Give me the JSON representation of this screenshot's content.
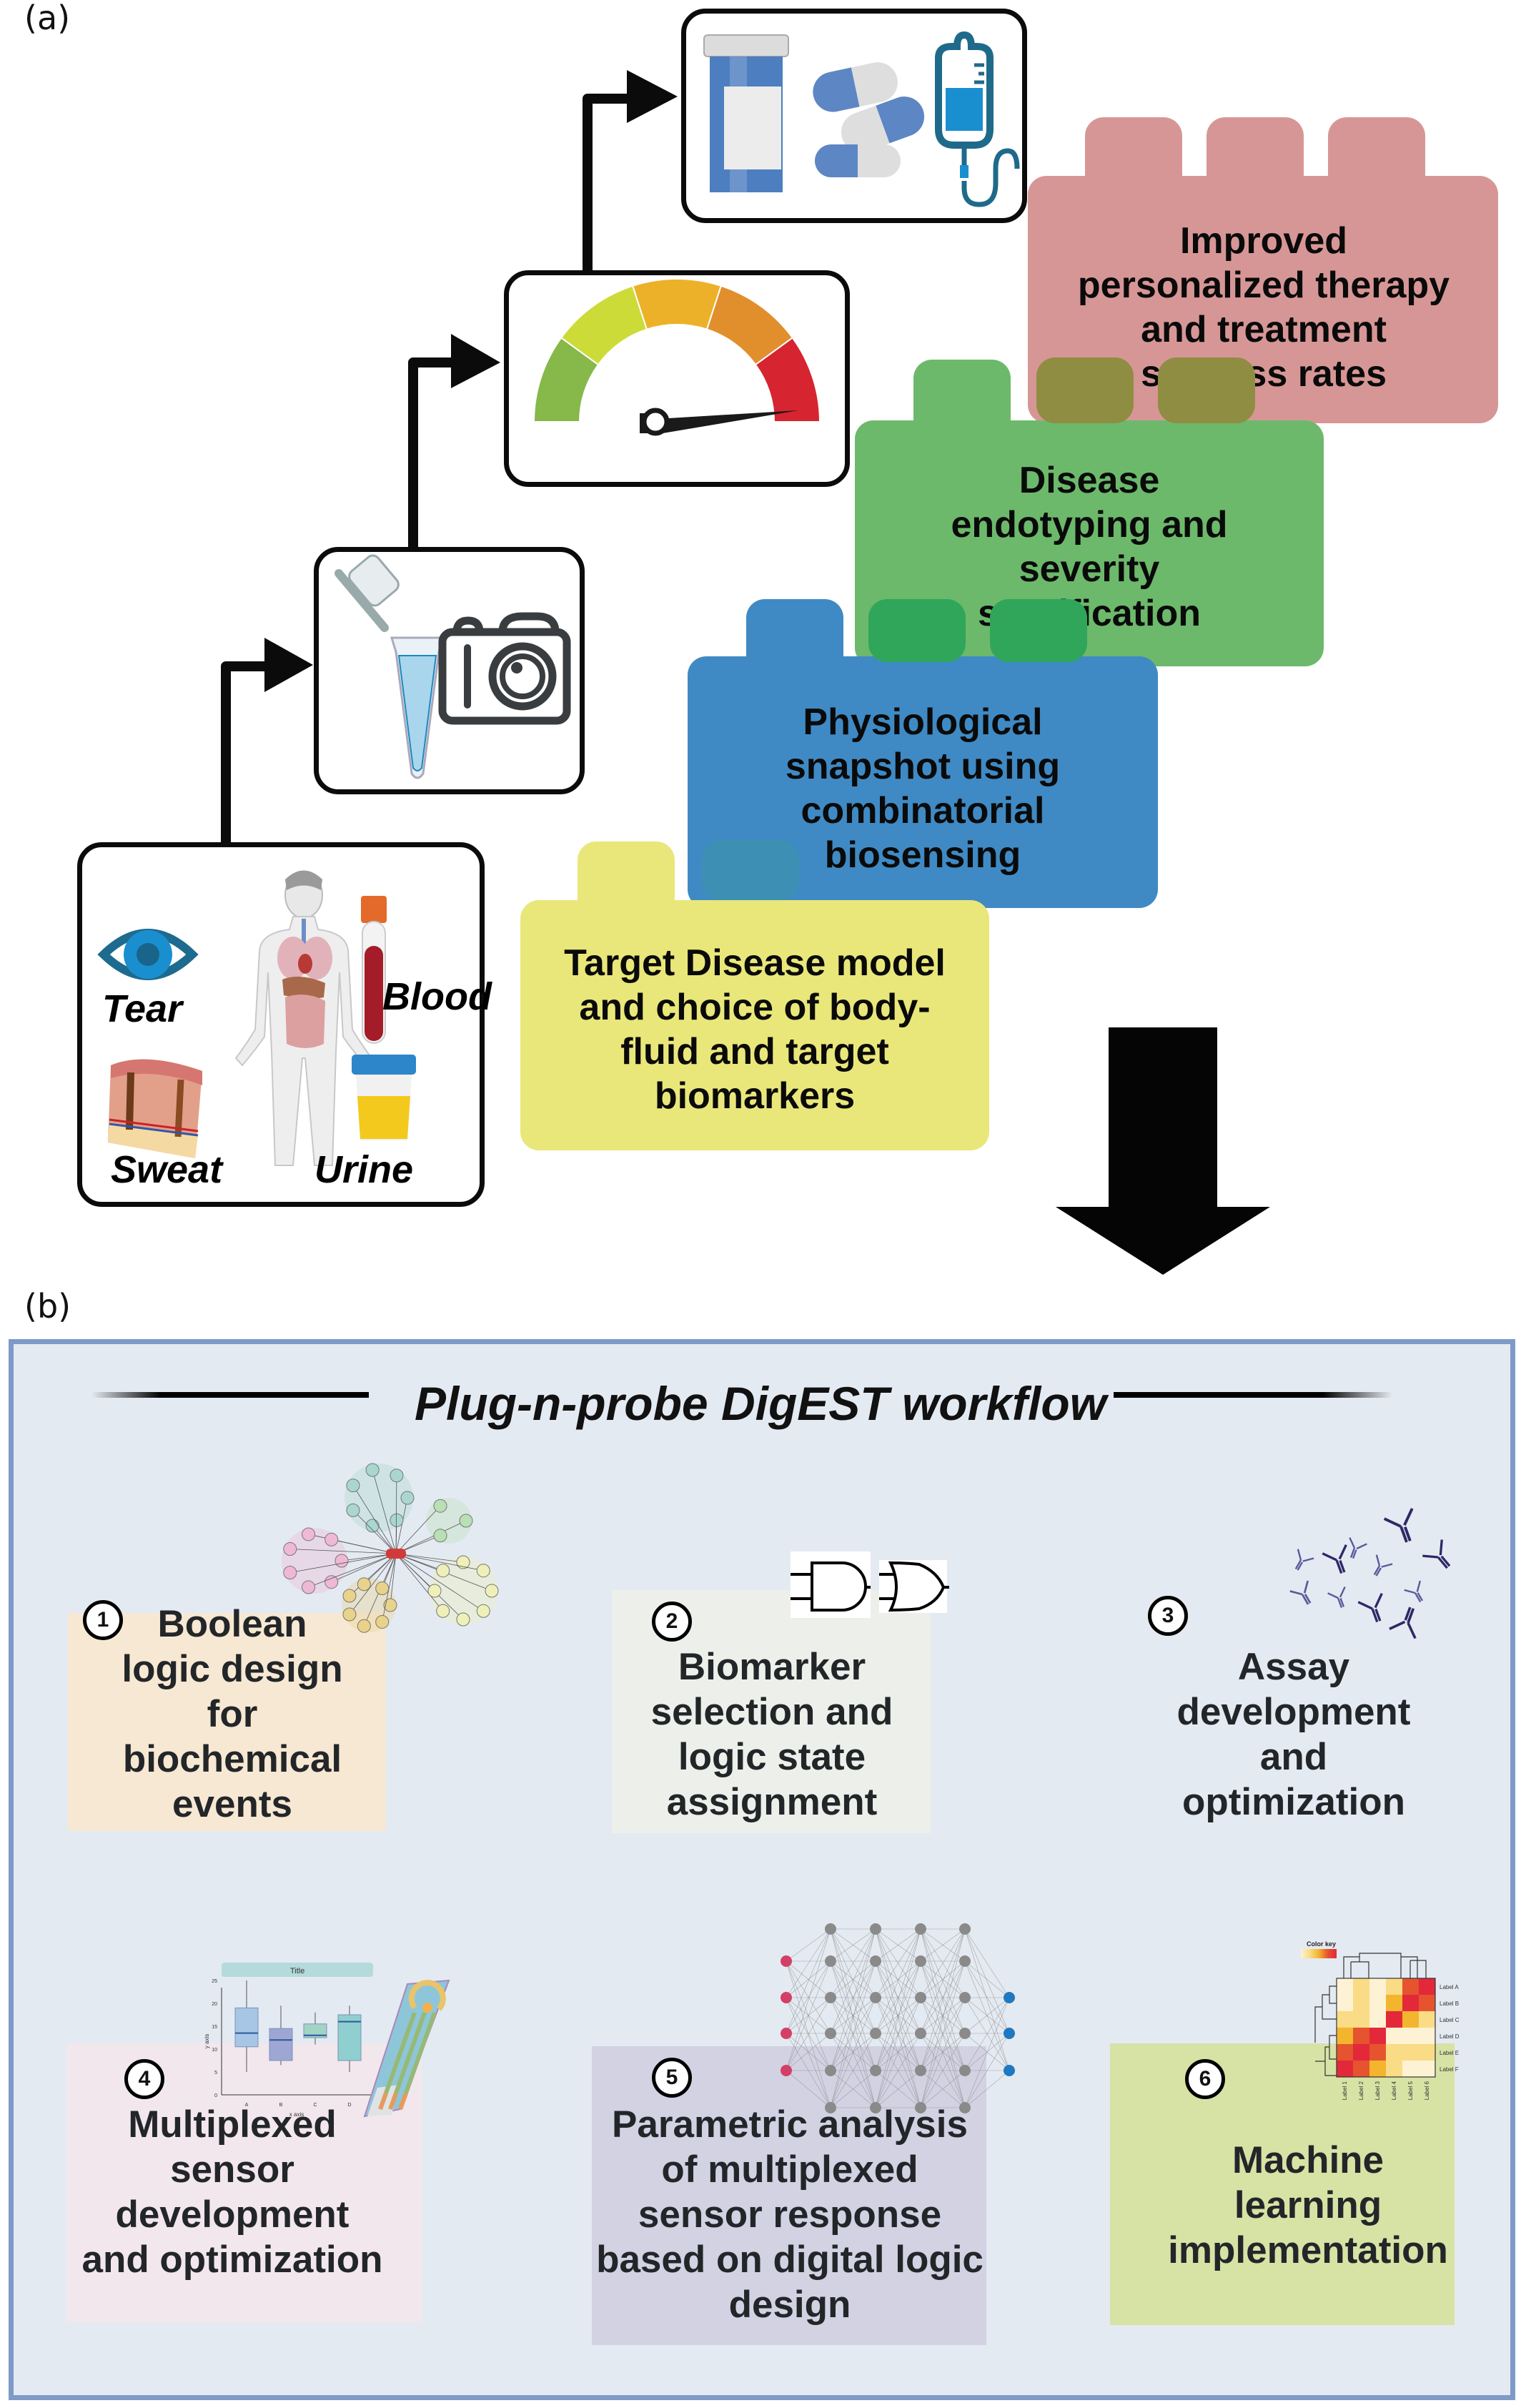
{
  "panel_a": {
    "label": "(a)",
    "fluids": {
      "tear": "Tear",
      "blood": "Blood",
      "sweat": "Sweat",
      "urine": "Urine"
    },
    "blocks": [
      {
        "text": "Target Disease model and choice of body-fluid and target biomarkers",
        "lines": [
          "Target Disease model",
          "and choice of body-",
          "fluid and target",
          "biomarkers"
        ],
        "color": "#e9e77a"
      },
      {
        "text": "Physiological snapshot using combinatorial biosensing",
        "lines": [
          "Physiological",
          "snapshot using",
          "combinatorial",
          "biosensing"
        ],
        "color": "#3f8ac4"
      },
      {
        "text": "Disease endotyping and severity stratification",
        "lines": [
          "Disease",
          "endotyping and",
          "severity",
          "stratification"
        ],
        "color": "#6cb96b"
      },
      {
        "text": "Improved personalized therapy and treatment success rates",
        "lines": [
          "Improved",
          "personalized therapy",
          "and treatment",
          "success rates"
        ],
        "color": "#d79696"
      }
    ],
    "gauge_colors": [
      "#86b84a",
      "#cddb38",
      "#ecb128",
      "#e18f2c",
      "#d62430"
    ]
  },
  "panel_b": {
    "label": "(b)",
    "title": "Plug-n-probe DigEST workflow",
    "steps": [
      {
        "number": "1",
        "lines": [
          "Boolean",
          "logic design",
          "for",
          "biochemical",
          "events"
        ],
        "color": "#f6e8d3"
      },
      {
        "number": "2",
        "lines": [
          "Biomarker",
          "selection and",
          "logic state",
          "assignment"
        ],
        "color": "#edf0ea"
      },
      {
        "number": "3",
        "lines": [
          "Assay",
          "development",
          "and",
          "optimization"
        ],
        "color": "#e4eaf2"
      },
      {
        "number": "4",
        "lines": [
          "Multiplexed",
          "sensor",
          "development",
          "and optimization"
        ],
        "color": "#f2e7ec"
      },
      {
        "number": "5",
        "lines": [
          "Parametric analysis",
          "of multiplexed",
          "sensor response",
          "based on digital logic",
          "design"
        ],
        "color": "#d2d2e3"
      },
      {
        "number": "6",
        "lines": [
          "Machine",
          "learning",
          "implementation"
        ],
        "color": "#d7e2a5"
      }
    ],
    "boxplot": {
      "title": "Title",
      "xlabel": "x axis",
      "ylabel": "y axis",
      "yticks": [
        "0",
        "5",
        "10",
        "15",
        "20",
        "25"
      ],
      "categories": [
        "A",
        "B",
        "C",
        "D"
      ]
    },
    "heatmap": {
      "key_label": "Color key",
      "row_labels": [
        "Label A",
        "Label B",
        "Label C",
        "Label D",
        "Label E",
        "Label F"
      ],
      "col_labels": [
        "Label 1",
        "Label 2",
        "Label 3",
        "Label 4",
        "Label 5",
        "Label 6"
      ],
      "levels": [
        [
          0,
          1,
          0,
          1,
          3,
          4
        ],
        [
          0,
          1,
          0,
          2,
          4,
          3
        ],
        [
          1,
          1,
          0,
          4,
          2,
          1
        ],
        [
          2,
          3,
          4,
          0,
          0,
          0
        ],
        [
          3,
          4,
          3,
          1,
          1,
          1
        ],
        [
          4,
          3,
          2,
          1,
          0,
          0
        ]
      ],
      "palette": [
        "#fdf2d4",
        "#f9dc85",
        "#f3b52e",
        "#e6532f",
        "#e3283a"
      ]
    }
  }
}
